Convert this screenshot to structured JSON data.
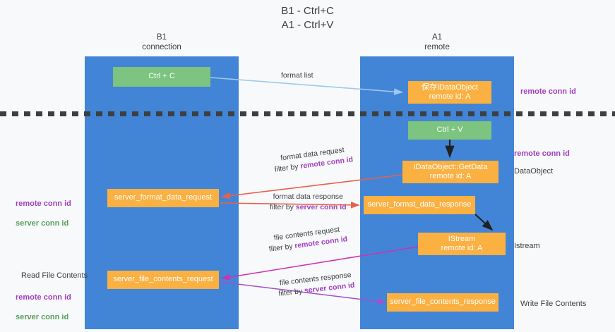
{
  "diagram": {
    "title": "B1 - Ctrl+C\nA1 - Ctrl+V",
    "lanes": [
      {
        "id": "b1",
        "heading": "B1\nconnection"
      },
      {
        "id": "a1",
        "heading": "A1\nremote"
      }
    ],
    "nodes": [
      {
        "id": "ctrl-c",
        "label": "Ctrl + C",
        "color": "#7cc47f"
      },
      {
        "id": "save-idataobject",
        "label": "保存IDataObject\nremote id: A",
        "color": "#fbb042"
      },
      {
        "id": "ctrl-v",
        "label": "Ctrl + V",
        "color": "#7cc47f"
      },
      {
        "id": "idataobject-getdata",
        "label": "IDataObject::GetData\nremote id: A",
        "color": "#fbb042"
      },
      {
        "id": "server-format-data-request",
        "label": "server_format_data_request",
        "color": "#fbb042"
      },
      {
        "id": "server-format-data-response",
        "label": "server_format_data_response",
        "color": "#fbb042"
      },
      {
        "id": "istream",
        "label": "IStream\nremote id: A",
        "color": "#fbb042"
      },
      {
        "id": "server-file-contents-request",
        "label": "server_file_contents_request",
        "color": "#fbb042"
      },
      {
        "id": "server-file-contents-response",
        "label": "server_file_contents_response",
        "color": "#fbb042"
      }
    ],
    "edge_labels": {
      "format_list": "format list",
      "format_data_request_line1": "format data request",
      "format_data_request_line2_prefix": "filter by ",
      "format_data_request_line2_key": "remote conn id",
      "format_data_response_line1": "format data response",
      "format_data_response_line2_prefix": "filter by ",
      "format_data_response_line2_key": "server conn id",
      "file_contents_request_line1": "file contents request",
      "file_contents_request_line2_prefix": "filter by ",
      "file_contents_request_line2_key": "remote conn id",
      "file_contents_response_line1": "file contents response",
      "file_contents_response_line2_prefix": "filter by ",
      "file_contents_response_line2_key": "server conn id"
    },
    "annotations": {
      "right_remote_conn_id_top": "remote conn id",
      "right_remote_conn_id_mid": "remote conn id",
      "right_dataobject": "DataObject",
      "right_istream": "Istream",
      "right_write_file_contents": "Write File Contents",
      "left_remote_conn_id_mid": "remote conn id",
      "left_server_conn_id_mid": "server conn id",
      "left_read_file_contents": "Read File Contents",
      "left_remote_conn_id_bottom": "remote conn id",
      "left_server_conn_id_bottom": "server conn id"
    },
    "colors": {
      "lane": "#4285d6",
      "node_green": "#7cc47f",
      "node_orange": "#fbb042",
      "key_purple": "#a040bf",
      "key_green": "#57a05b",
      "arrow_light_blue": "#9fc9ea",
      "arrow_red": "#e8604c",
      "arrow_magenta": "#d12fb0",
      "arrow_purple": "#a24fd0",
      "arrow_black": "#202124",
      "background": "#f8f9fa"
    }
  }
}
